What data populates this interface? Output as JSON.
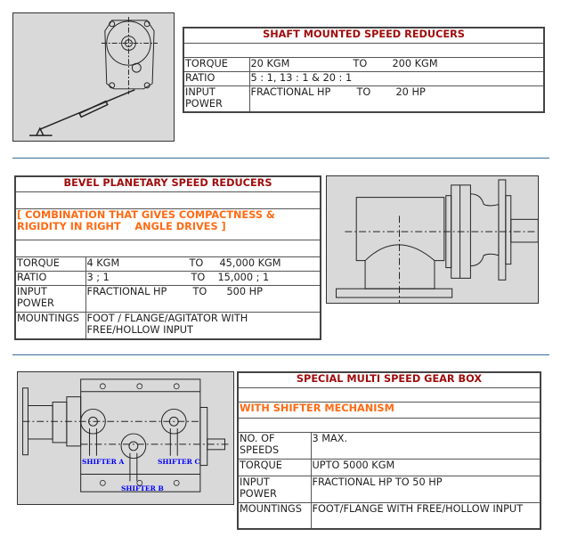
{
  "sections": [
    {
      "title": "SHAFT MOUNTED SPEED REDUCERS",
      "image_name": "shaft-mounted-reducer-drawing",
      "rows": [
        {
          "label": "TORQUE",
          "from": "20 KGM",
          "to_word": "TO",
          "to": "200 KGM"
        },
        {
          "label": "RATIO",
          "value": "5 : 1, 13 : 1 & 20 : 1"
        },
        {
          "label": "INPUT POWER",
          "from": "FRACTIONAL HP",
          "to_word": "TO",
          "to": "20 HP"
        }
      ]
    },
    {
      "title": "BEVEL PLANETARY SPEED REDUCERS",
      "subtitle": "[ COMBINATION THAT GIVES COMPACTNESS & RIGIDITY IN RIGHT    ANGLE DRIVES ]",
      "image_name": "bevel-planetary-reducer-drawing",
      "rows": [
        {
          "label": "TORQUE",
          "from": "4 KGM",
          "to_word": "TO",
          "to": "45,000 KGM"
        },
        {
          "label": "RATIO",
          "from": "3 ; 1",
          "to_word": "TO",
          "to": "15,000 ; 1"
        },
        {
          "label": "INPUT POWER",
          "from": "FRACTIONAL HP",
          "to_word": "TO",
          "to": "500 HP"
        },
        {
          "label": "MOUNTINGS",
          "value": "FOOT / FLANGE/AGITATOR WITH FREE/HOLLOW INPUT"
        }
      ]
    },
    {
      "title": "SPECIAL MULTI SPEED GEAR BOX",
      "subtitle": "WITH SHIFTER MECHANISM",
      "image_name": "multi-speed-gearbox-drawing",
      "image_labels": [
        "SHIFTER A",
        "SHIFTER B",
        "SHIFTER C"
      ],
      "rows": [
        {
          "label": "NO. OF SPEEDS",
          "value": "3 MAX."
        },
        {
          "label": "TORQUE",
          "value": "UPTO 5000 KGM"
        },
        {
          "label": "INPUT POWER",
          "value": "FRACTIONAL HP TO 50 HP"
        },
        {
          "label": "MOUNTINGS",
          "value": "FOOT/FLANGE WITH FREE/HOLLOW INPUT"
        }
      ]
    }
  ],
  "colors": {
    "title": "#a00d0d",
    "subtitle": "#ff6a13",
    "divider": "#3a6b96",
    "image_bg": "#d9d9d9",
    "label_text": "#0000ff"
  }
}
